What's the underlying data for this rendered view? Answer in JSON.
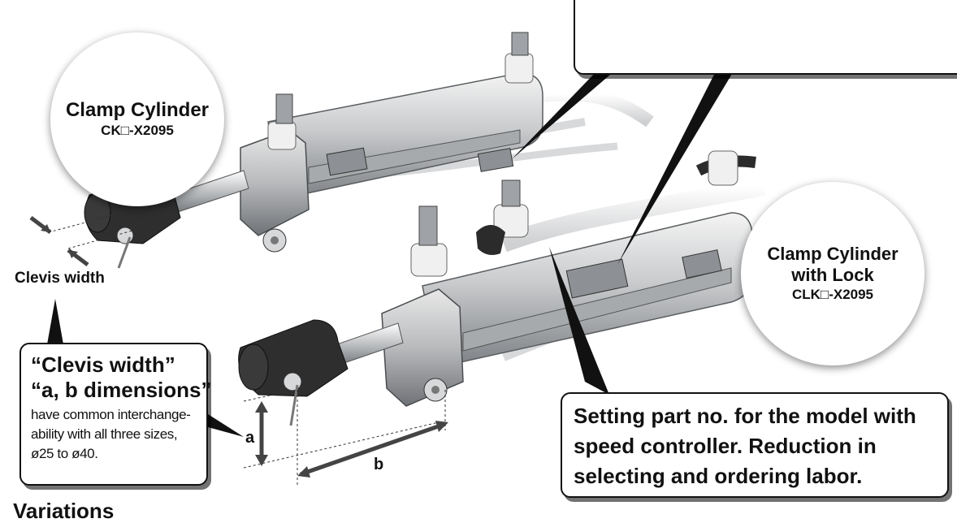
{
  "callout_clamp_cylinder": {
    "title": "Clamp Cylinder",
    "model": "CK□-X2095"
  },
  "callout_clamp_cylinder_lock": {
    "title_line1": "Clamp Cylinder",
    "title_line2": "with Lock",
    "model": "CLK□-X2095"
  },
  "clevis_width_label": "Clevis width",
  "interchangeability_callout": {
    "title_line1": "“Clevis width”",
    "title_line2": "“a, b dimensions”",
    "body_line1": "have common interchange-",
    "body_line2": "ability with all three sizes,",
    "body_line3": "ø25 to ø40."
  },
  "setting_callout": {
    "line1": "Setting part no. for the model with",
    "line2": "speed controller. Reduction in",
    "line3": "selecting and ordering labor."
  },
  "dimension_a": "a",
  "dimension_b": "b",
  "section_heading_fragment": "Variations",
  "colors": {
    "body_silver": "#c9cbcd",
    "clevis_dark": "#2b2b2b",
    "tube_white": "#eeeeee",
    "outline": "#111111"
  }
}
